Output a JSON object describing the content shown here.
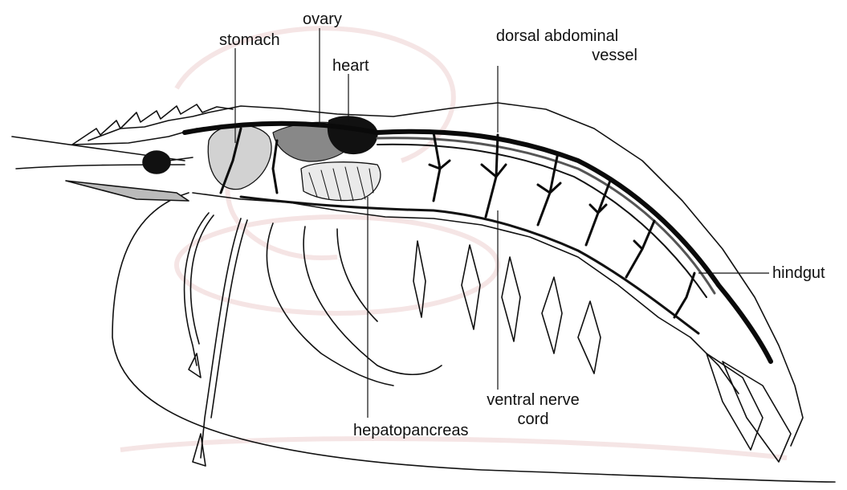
{
  "labels": {
    "stomach": "stomach",
    "ovary": "ovary",
    "heart": "heart",
    "dorsal_line1": "dorsal abdominal",
    "dorsal_line2": "vessel",
    "hindgut": "hindgut",
    "hepatopancreas": "hepatopancreas",
    "ventral_line1": "ventral nerve",
    "ventral_line2": "cord"
  },
  "colors": {
    "ink": "#111111",
    "vessel": "#0a0a0a",
    "watermark": "#f4d9d9",
    "organ_fill": "#d8d8d8"
  },
  "icons": {
    "drawing": "shrimp-anatomy-illustration"
  }
}
